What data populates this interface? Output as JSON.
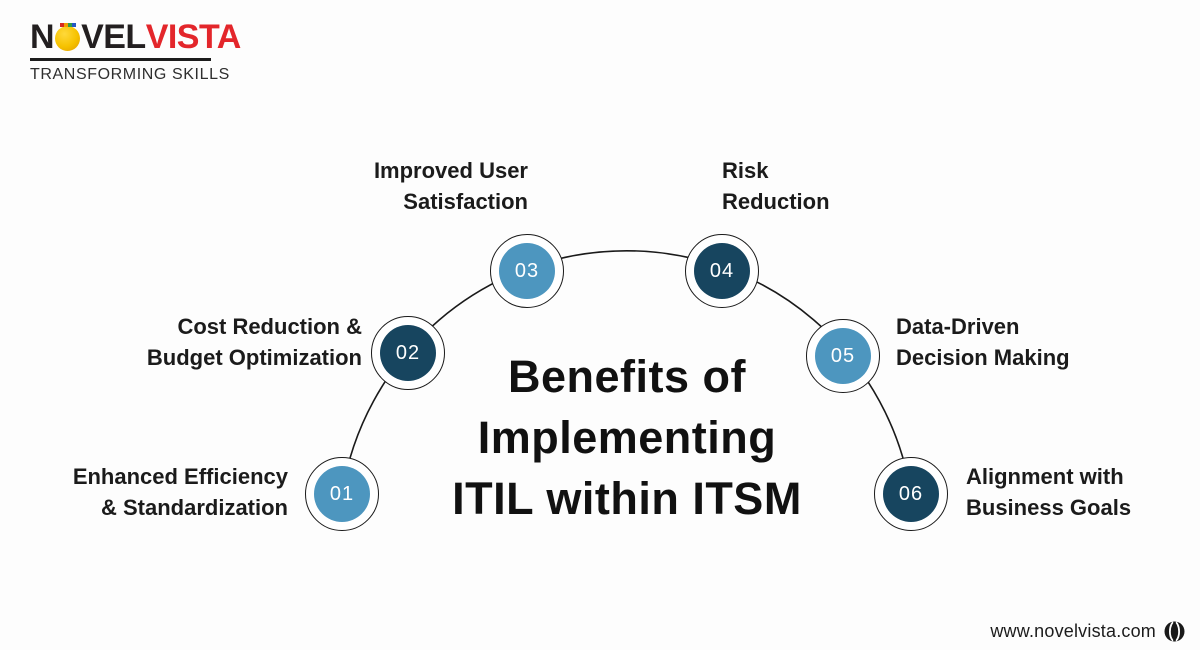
{
  "logo": {
    "text_n": "N",
    "text_vel": "VEL",
    "text_vista": "VISTA",
    "tagline": "TRANSFORMING SKILLS",
    "colors": {
      "dark": "#231f20",
      "red": "#e3262b",
      "bulb_yellow": "#f6c200"
    }
  },
  "title": {
    "lines": [
      "Benefits of",
      "Implementing",
      "ITIL within ITSM"
    ]
  },
  "benefits": [
    {
      "number": "01",
      "label_lines": [
        "Enhanced Efficiency",
        "& Standardization"
      ],
      "color": "#4d96bf"
    },
    {
      "number": "02",
      "label_lines": [
        "Cost Reduction &",
        "Budget Optimization"
      ],
      "color": "#17455f"
    },
    {
      "number": "03",
      "label_lines": [
        "Improved User",
        "Satisfaction"
      ],
      "color": "#4d96bf"
    },
    {
      "number": "04",
      "label_lines": [
        "Risk",
        "Reduction"
      ],
      "color": "#17455f"
    },
    {
      "number": "05",
      "label_lines": [
        "Data-Driven",
        "Decision Making"
      ],
      "color": "#4d96bf"
    },
    {
      "number": "06",
      "label_lines": [
        "Alignment with",
        "Business Goals"
      ],
      "color": "#17455f"
    }
  ],
  "style": {
    "light_blue": "#4d96bf",
    "dark_navy": "#17455f",
    "line_color": "#1a1a1a"
  },
  "footer": {
    "website": "www.novelvista.com",
    "icon": "globe-icon"
  }
}
